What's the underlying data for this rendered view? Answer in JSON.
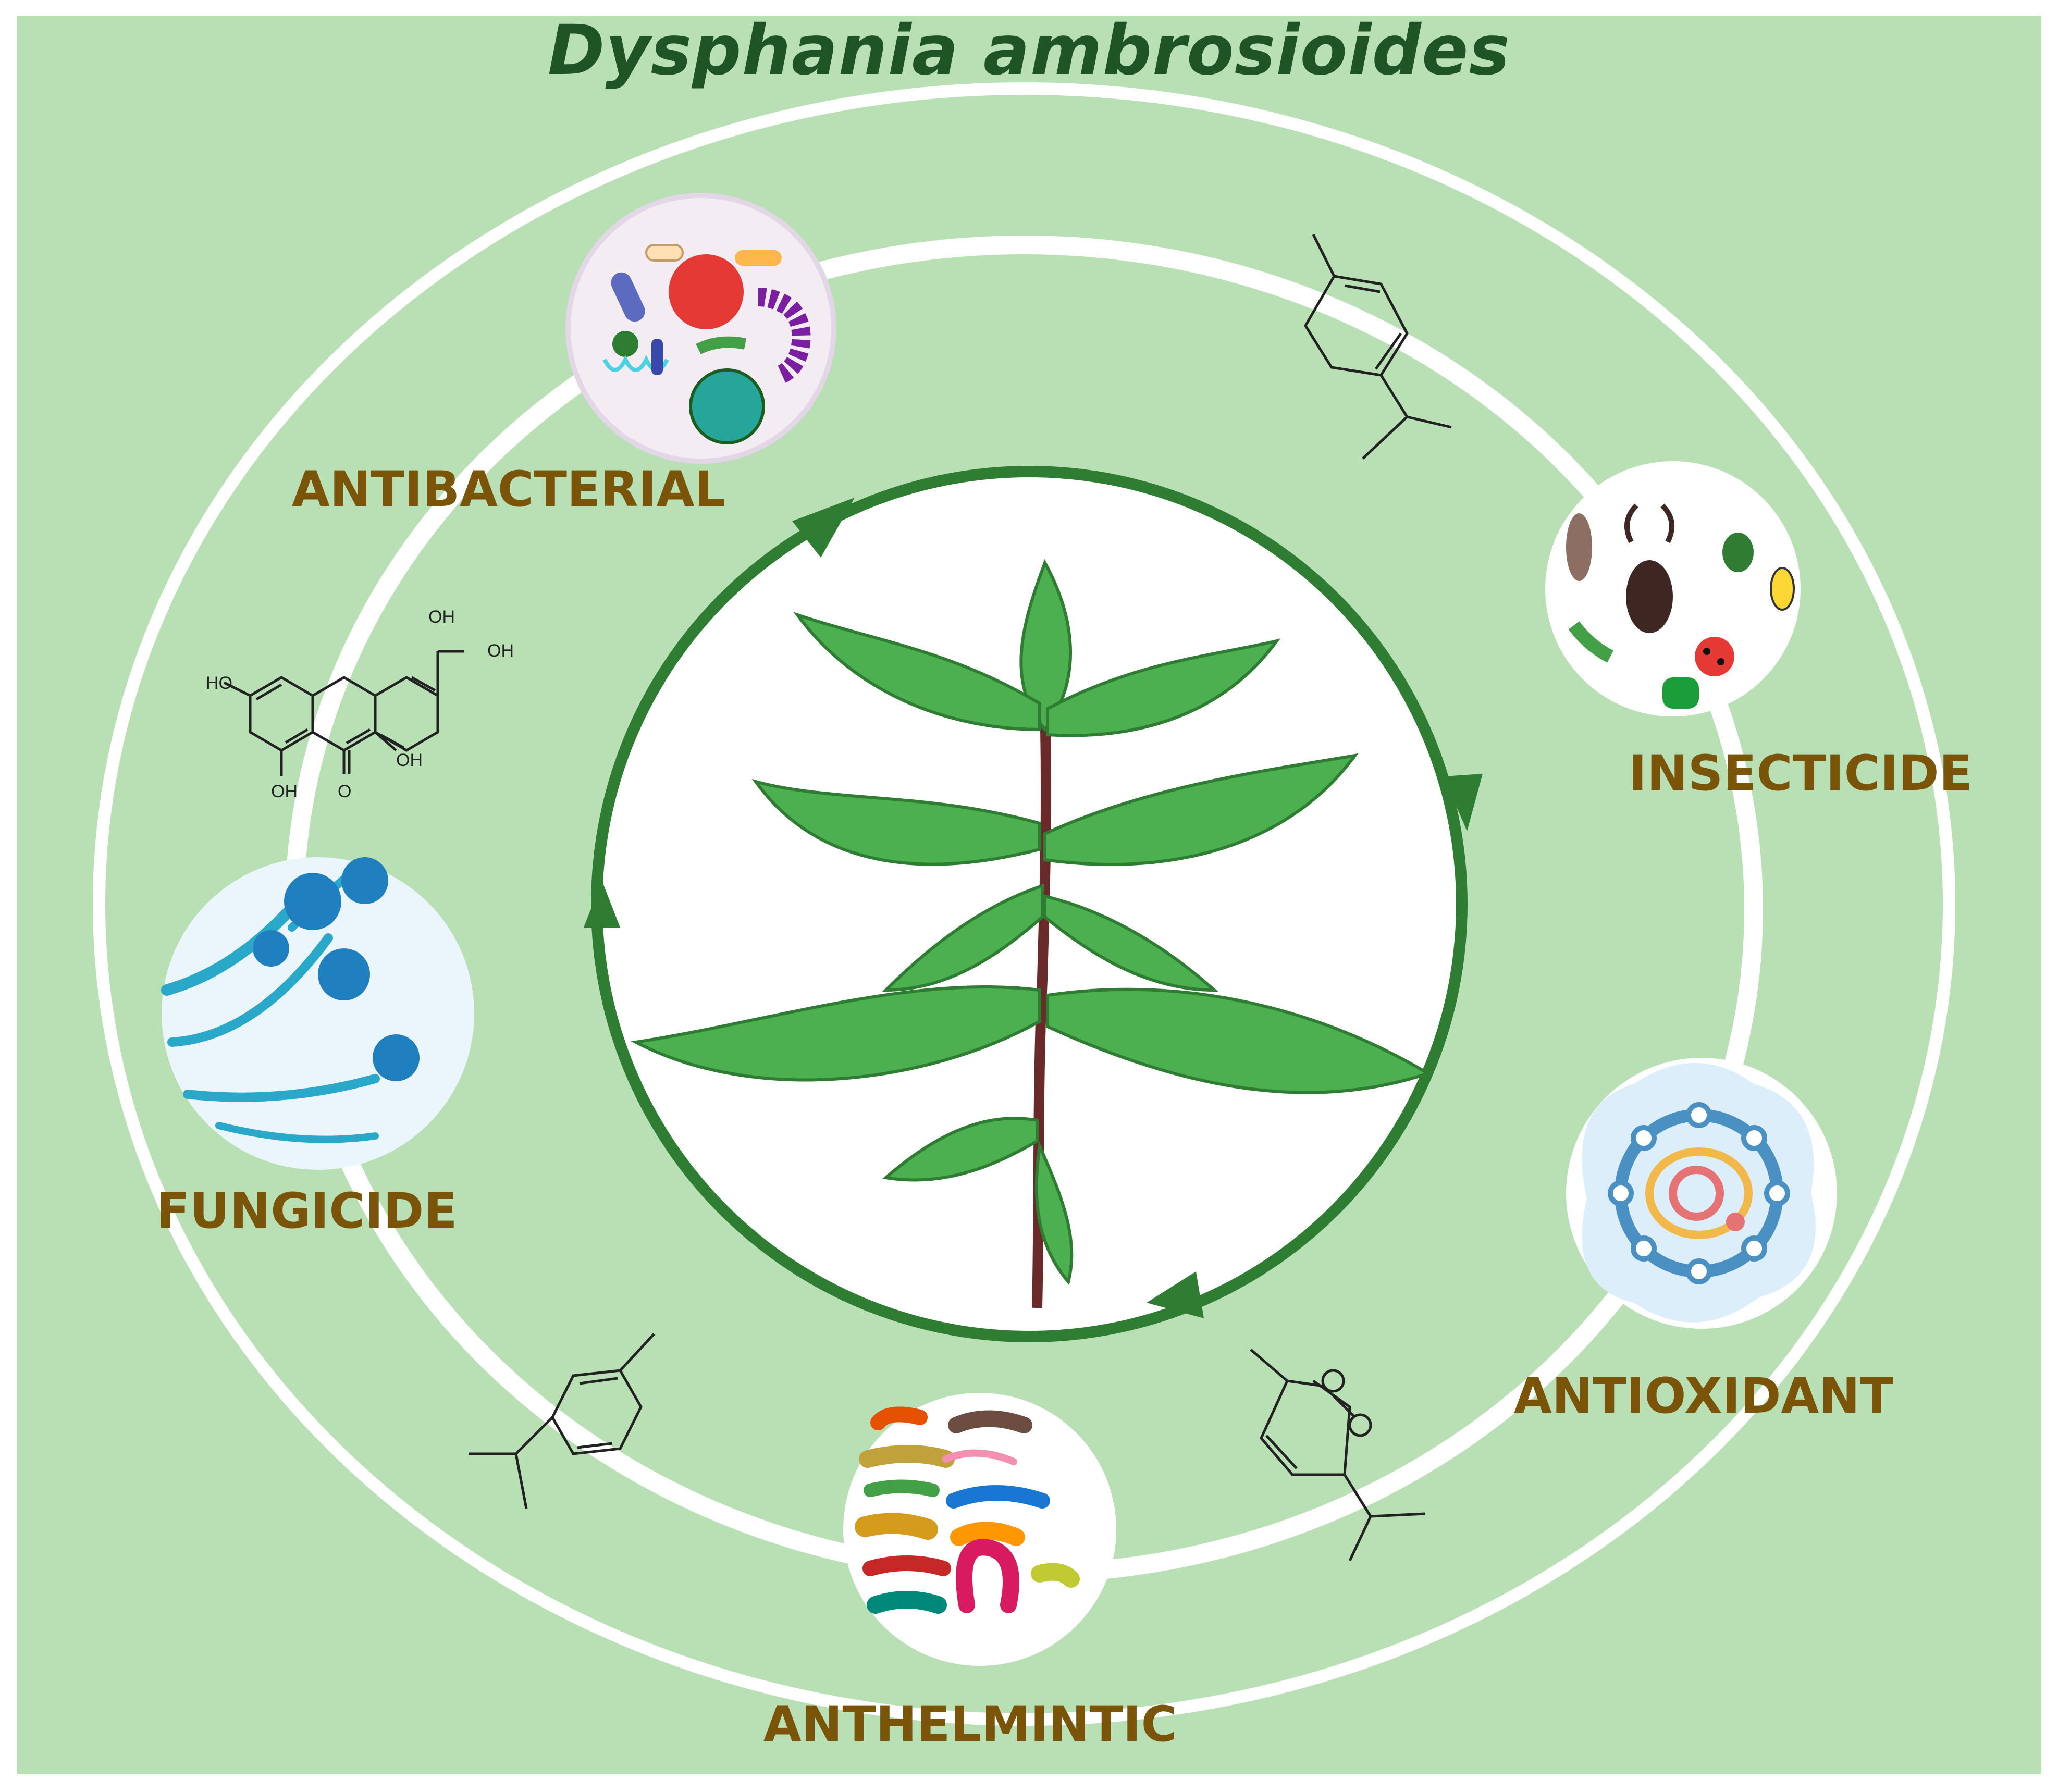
{
  "title": "Dysphania ambrosioides",
  "activities": [
    {
      "id": "antibacterial",
      "label": "ANTIBACTERIAL",
      "icon": "bacteria-icon"
    },
    {
      "id": "insecticide",
      "label": "INSECTICIDE",
      "icon": "insects-icon"
    },
    {
      "id": "antioxidant",
      "label": "ANTIOXIDANT",
      "icon": "antioxidant-molecule-icon"
    },
    {
      "id": "anthelmintic",
      "label": "ANTHELMINTIC",
      "icon": "worms-icon"
    },
    {
      "id": "fungicide",
      "label": "FUNGICIDE",
      "icon": "fungus-icon"
    }
  ],
  "structures": {
    "quercetin_groups": [
      "OH",
      "OH",
      "HO",
      "OH",
      "OH",
      "O"
    ]
  },
  "colors": {
    "background": "#b9dfb4",
    "ring": "#ffffff",
    "cycle_arrow": "#2e7d32",
    "title": "#1e5426",
    "label": "#7a5408"
  }
}
